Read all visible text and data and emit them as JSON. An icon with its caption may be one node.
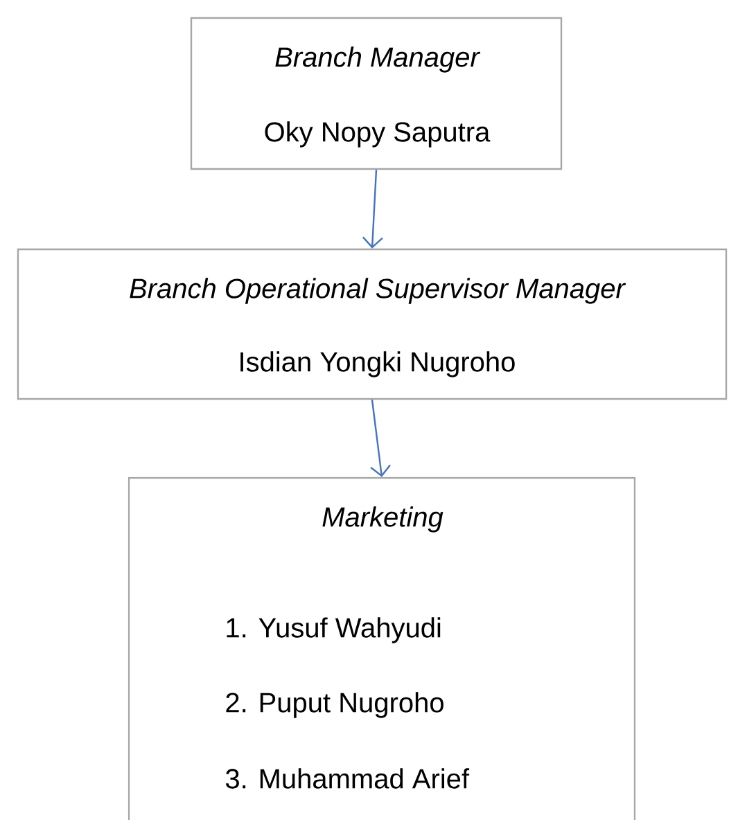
{
  "diagram": {
    "nodes": [
      {
        "text": [
          "Branch Manager",
          "Oky Nopy Saputra"
        ]
      },
      {
        "text": [
          "Branch Operational Supervisor Manager",
          "Isdian Yongki Nugroho"
        ]
      },
      {
        "text": [
          "Marketing",
          "1. Yusuf Wahyudi",
          "2. Puput Nugroho",
          "3. Muhammad Arief"
        ]
      }
    ],
    "edges": [
      {
        "from": 0,
        "to": 1,
        "arrow": "to"
      },
      {
        "from": 1,
        "to": 2,
        "arrow": "to"
      }
    ]
  }
}
